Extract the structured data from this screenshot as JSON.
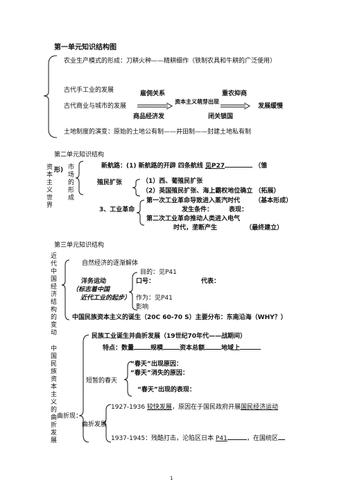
{
  "unit1": {
    "title": "第一单元知识结构图",
    "agriculture": "农业生产模式的形成：刀耕火种——精耕细作（铁制农具和牛耕的广泛使用）",
    "handicraft": "古代手工业的发展",
    "commerce": "古代商业与城市的发展",
    "hired_labor": "雇佣关系",
    "heavy_agri": "重农抑商",
    "capitalism_sprouts": "资本主义萌芽出现",
    "merchants_develop": "商品经济发",
    "closed_door": "闭关锁国",
    "slow_dev": "发展缓慢",
    "land_system": "土地制度的演变：原始的土地公有制——井田制——封建土地私有制"
  },
  "unit2": {
    "title": "第二单元知识结构",
    "vertical_left": "资本主义世界",
    "vertical_left_tail": "形)",
    "vertical_mid": "市场的形成",
    "new_route_a": "新航路：(1) 新航路的开辟   四条航线",
    "new_route_b": "见P27",
    "new_route_c": "（雏",
    "colonial": "殖民扩张",
    "colonial_1": "（1）西、葡殖民扩张",
    "colonial_2": "（2）英国殖民扩张、海上霸权地位确立 （拓展）",
    "ind_rev": "3、工业革命",
    "ind_rev_1a": "第一次工业革命导致进入蒸汽时代",
    "ind_rev_1b": "（基本形成）",
    "ind_rev_cond": "发生条件：",
    "ind_rev_perf": "表现：",
    "ind_rev_2": "第二次工业革命推动人类进入电气",
    "ind_rev_3a": "时代，垄断产生",
    "ind_rev_3b": "（最终建立）"
  },
  "unit3": {
    "title": "第三单元知识结构",
    "vertical_left": "近代中国经济结构的变动",
    "disintegration": "自然经济的逐渐解体",
    "purpose": "目的：见P41",
    "westernization": "洋务运动",
    "slogan": "口号：",
    "representative": "代表：",
    "marker": "（标志着中国",
    "industry_start": "近代工业的起步）",
    "effect": "作为：见P41",
    "influence": "影响",
    "birth": "中国民族资本主义的诞生（20C 60-70 S）主要分布：东南沿海（WHY？）"
  },
  "unit4": {
    "vertical_left": "中国民族资本主义的曲折发展",
    "curved_tail": "曲折现：",
    "birth_line": "民族工业诞生并曲折发展（19世纪70年代——战期间）",
    "features_a": "特点：数量",
    "features_b": "规模",
    "features_c": "资本总额",
    "features_d": "地域上",
    "spring_q1": "“春天”出现原因：",
    "spring_q2": "“春天”消失的原因：",
    "short_spring": "短暂的春天",
    "spring_q3": "“春天”出现的表现：",
    "line_1927_a": "1927-1936 ",
    "line_1927_b": "较快发展",
    "line_1927_c": "，原因在于国民政府开展",
    "line_1927_d": "国民经济运动",
    "tortuous": "曲折发展",
    "line_1937_a": "1937-1945：残酷打击，沦陷区日本 ",
    "line_1937_b": "P41",
    "line_1937_c": "，在国统区"
  },
  "footer": {
    "page_number": "1"
  }
}
